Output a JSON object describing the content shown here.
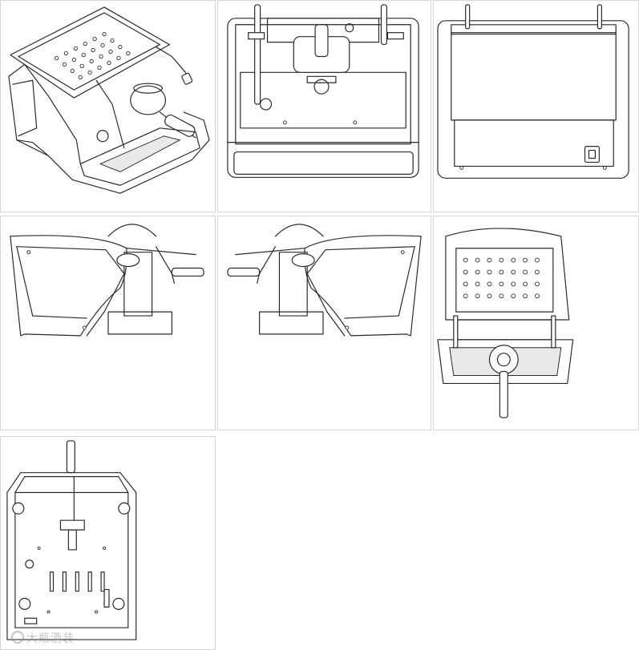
{
  "sheet": {
    "views": [
      {
        "id": "isometric",
        "name": "isometric-view"
      },
      {
        "id": "front",
        "name": "front-view"
      },
      {
        "id": "rear",
        "name": "rear-view"
      },
      {
        "id": "left",
        "name": "left-side-view"
      },
      {
        "id": "right",
        "name": "right-side-view"
      },
      {
        "id": "top",
        "name": "top-view"
      },
      {
        "id": "bottom",
        "name": "bottom-view"
      }
    ],
    "watermark": {
      "text": "大瓶酒装",
      "icon": "watermark-logo-icon"
    }
  },
  "colors": {
    "line": "#2a2a2a",
    "border": "#d6d6d6",
    "background": "#ffffff",
    "mesh": "#e9e9e9"
  }
}
